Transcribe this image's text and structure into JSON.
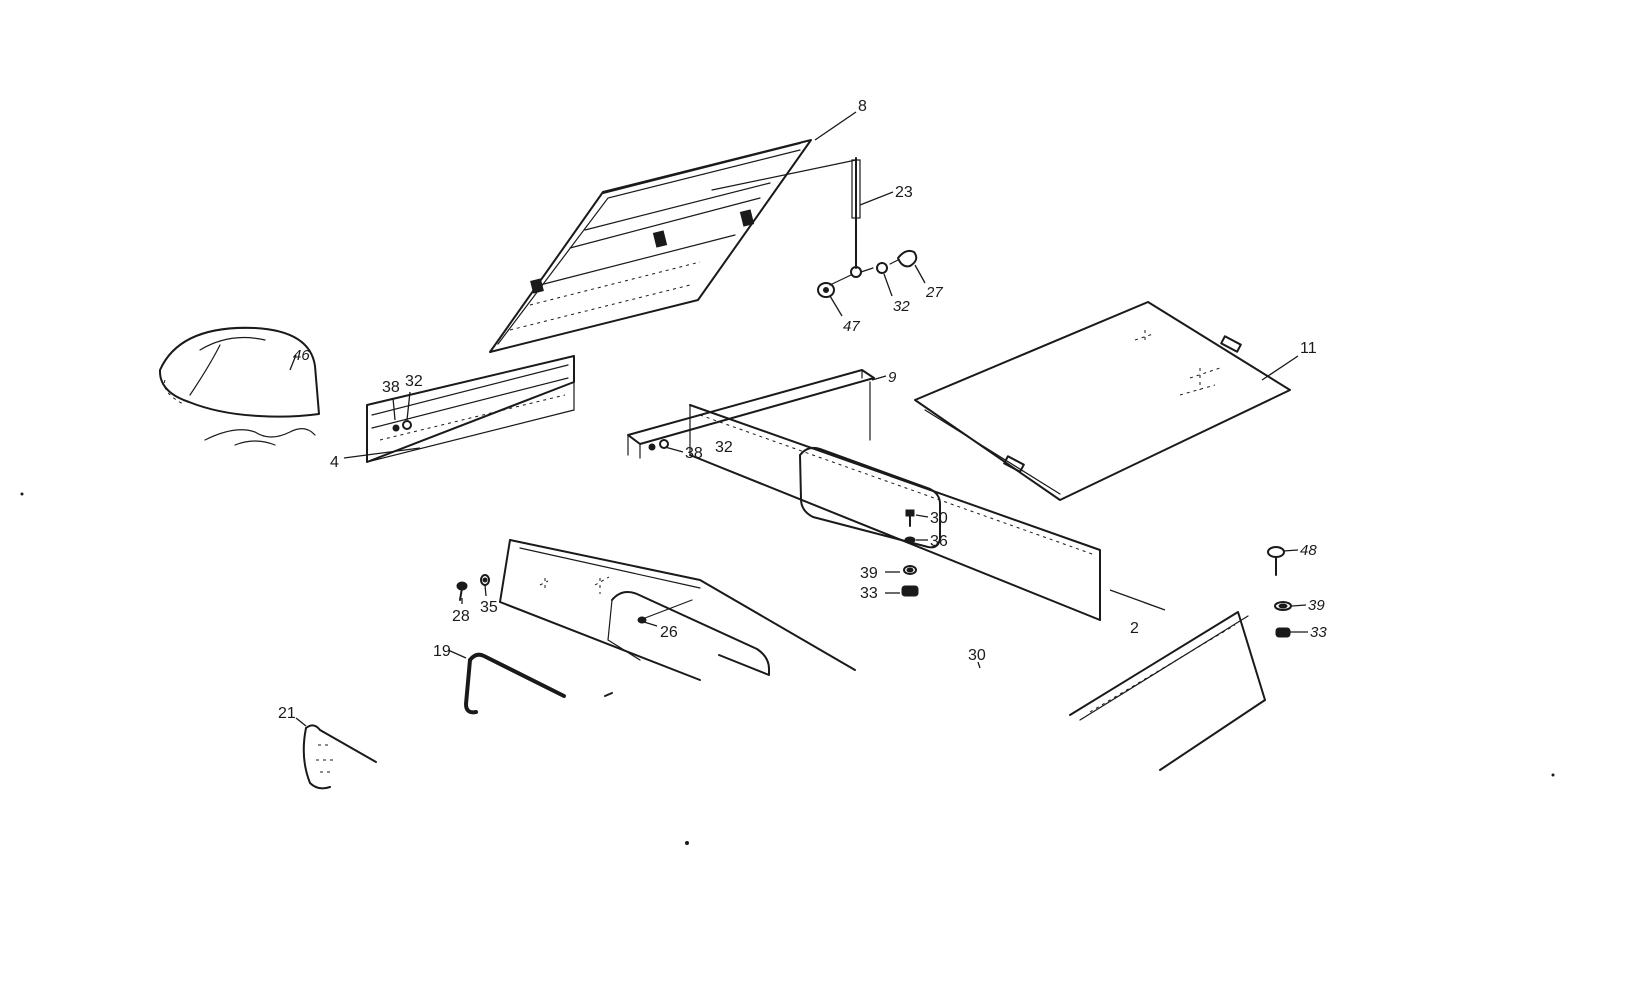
{
  "callouts": {
    "c8": "8",
    "c23": "23",
    "c27": "27",
    "c32a": "32",
    "c47": "47",
    "c46": "46",
    "c38a": "38",
    "c32b": "32",
    "c4": "4",
    "c9": "9",
    "c38b": "38",
    "c32c": "32",
    "c11": "11",
    "c30a": "30",
    "c36": "36",
    "c39a": "39",
    "c33a": "33",
    "c2": "2",
    "c48": "48",
    "c39b": "39",
    "c33b": "33",
    "c28": "28",
    "c35": "35",
    "c26": "26",
    "c19": "19",
    "c30b": "30",
    "c21": "21"
  }
}
